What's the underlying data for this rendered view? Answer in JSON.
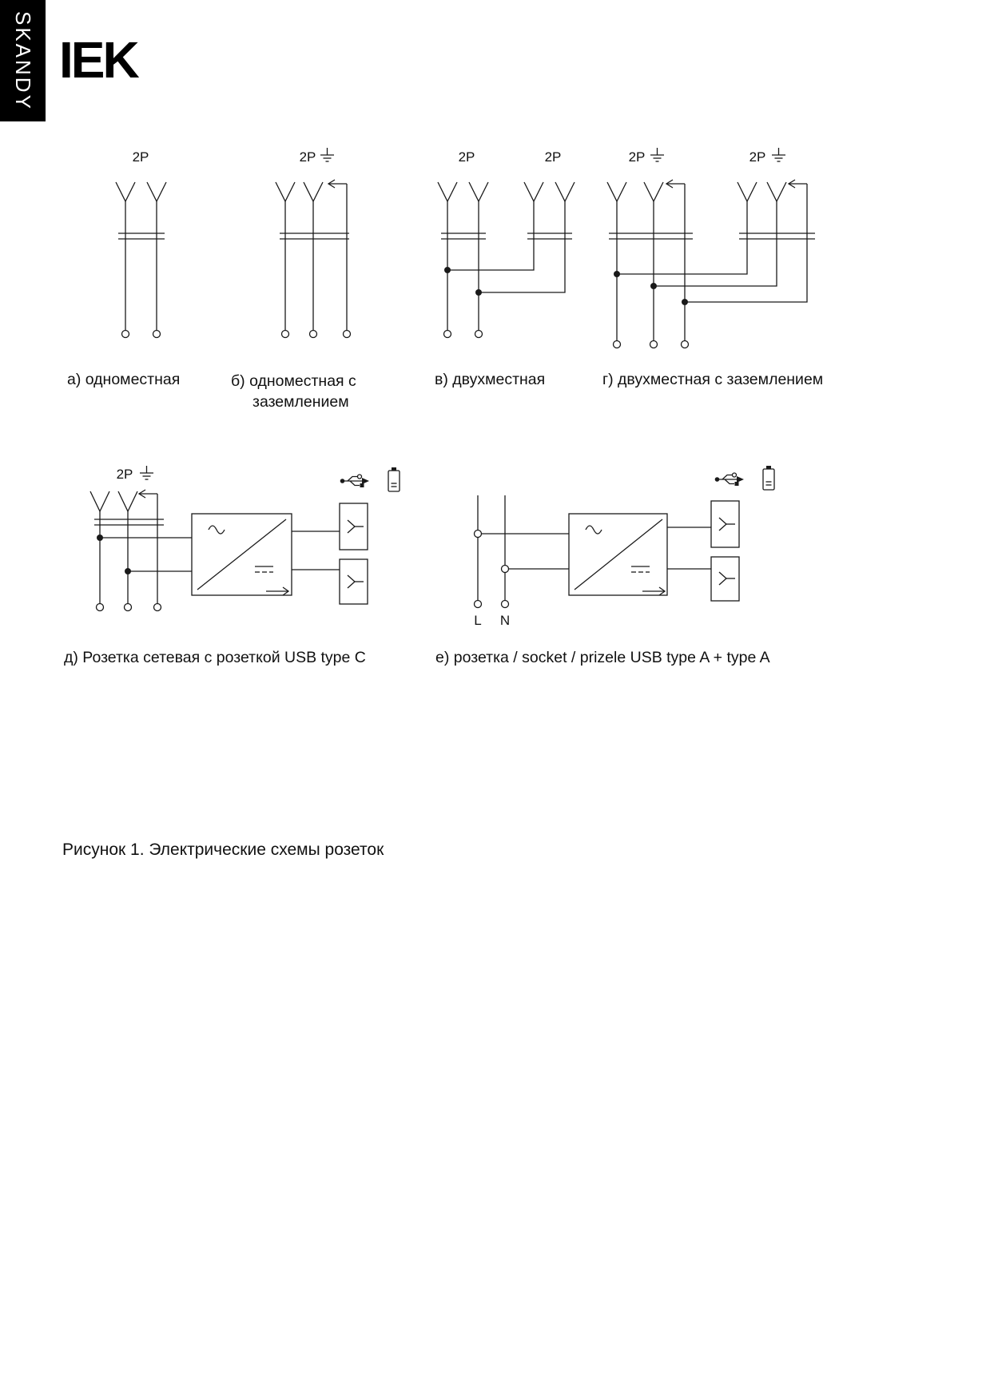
{
  "brand": {
    "side_label": "SKANDY",
    "logo_text": "IEK"
  },
  "figure_caption": "Рисунок 1. Электрические схемы розеток",
  "diagrams": {
    "a": {
      "pole_label": "2P",
      "caption": "а) одноместная"
    },
    "b": {
      "pole_label": "2P",
      "caption": "б) одноместная с заземлением"
    },
    "c": {
      "pole_label_left": "2P",
      "pole_label_right": "2P",
      "caption": "в) двухместная"
    },
    "d": {
      "pole_label_left": "2P",
      "pole_label_right": "2P",
      "caption": "г) двухместная с заземлением"
    },
    "e": {
      "pole_label": "2P",
      "caption": "д) Розетка сетевая с розеткой USB type C"
    },
    "f": {
      "line_terminal": "L",
      "neutral_terminal": "N",
      "caption": "е) розетка / socket / prizele USB type A + type A"
    }
  }
}
